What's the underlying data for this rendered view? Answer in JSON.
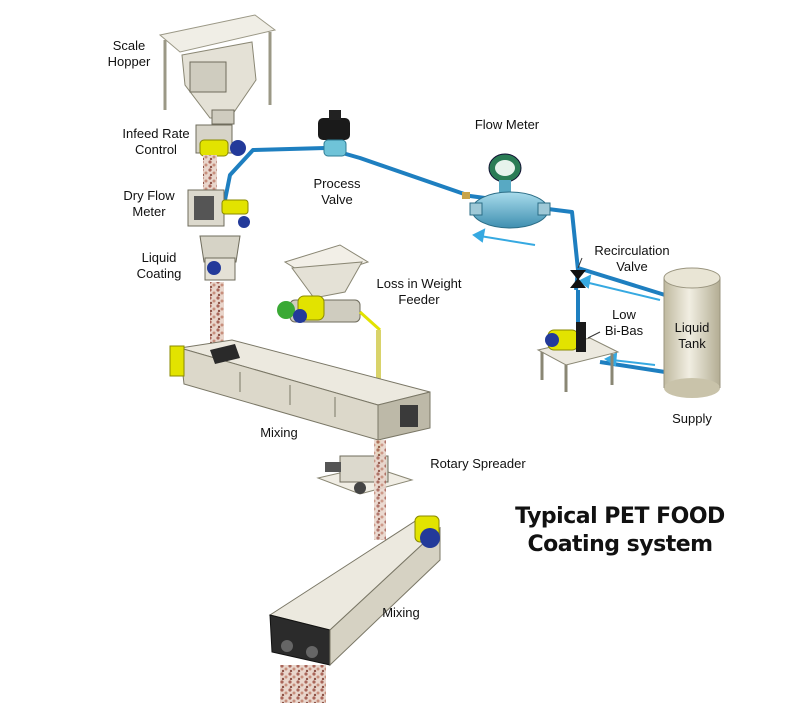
{
  "title": {
    "line1": "Typical PET FOOD",
    "line2": "Coating system"
  },
  "labels": {
    "scale_hopper": [
      "Scale",
      "Hopper"
    ],
    "infeed_rate_control": [
      "Infeed Rate",
      "Control"
    ],
    "dry_flow_meter": [
      "Dry Flow",
      "Meter"
    ],
    "liquid_coating": [
      "Liquid",
      "Coating"
    ],
    "process_valve": [
      "Process",
      "Valve"
    ],
    "flow_meter": "Flow Meter",
    "recirculation_valve": [
      "Recirculation",
      "Valve"
    ],
    "low_bi_bas": [
      "Low",
      "Bi-Bas"
    ],
    "liquid_tank": [
      "Liquid",
      "Tank"
    ],
    "supply": "Supply",
    "loss_in_weight_feeder": [
      "Loss in Weight",
      "Feeder"
    ],
    "mixing_upper": "Mixing",
    "rotary_spreader": "Rotary Spreader",
    "mixing_lower": "Mixing"
  },
  "colors": {
    "pipe": "#1e7fc0",
    "flow_arrow": "#36a9e1",
    "equipment": "#e4e1d6",
    "motor_yellow": "#e2e300",
    "motor_blue": "#233a9a",
    "kibble": "#b77a6a",
    "liquid_stream": "#d9d36a"
  }
}
